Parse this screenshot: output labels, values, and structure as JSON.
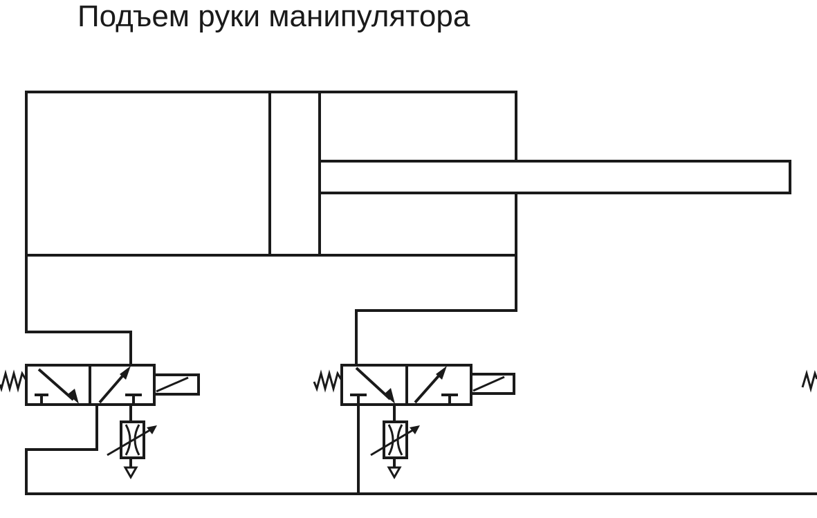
{
  "title": "Подъем руки манипулятора",
  "colors": {
    "stroke": "#1a1a1a",
    "background": "#ffffff"
  },
  "components": {
    "cylinder": "double-acting-cylinder",
    "valves": [
      "directional-valve-left",
      "directional-valve-right",
      "directional-valve-partial"
    ],
    "throttles": [
      "adjustable-throttle-left",
      "adjustable-throttle-right"
    ],
    "springs": [
      "spring-return-icon",
      "spring-return-icon",
      "spring-return-icon"
    ],
    "solenoids": [
      "solenoid-actuator-icon",
      "solenoid-actuator-icon"
    ]
  }
}
